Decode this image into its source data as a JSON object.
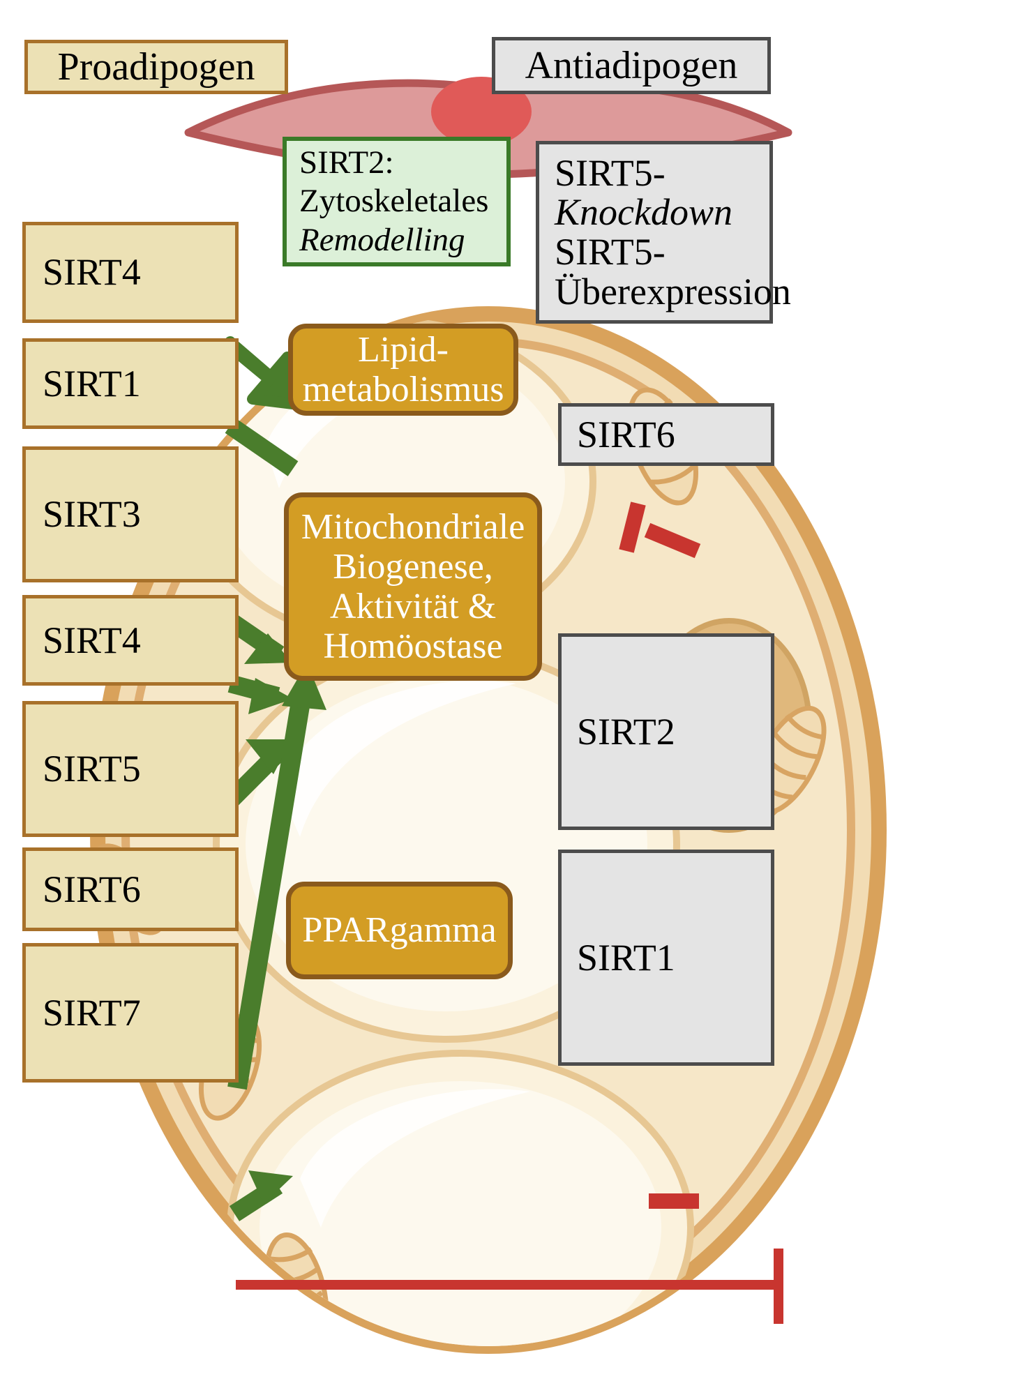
{
  "diagram": {
    "title_left": "Proadipogen",
    "title_right": "Antiadipogen",
    "colors": {
      "tan_fill": "#ece1b5",
      "tan_border": "#a8712a",
      "gray_fill": "#e4e4e4",
      "gray_border": "#4c4c4c",
      "green_fill": "#dcf0d8",
      "green_border": "#3a7a28",
      "orange_fill": "#d39d24",
      "orange_border": "#8a5a1c",
      "arrow_green": "#4a7d2c",
      "inhibit_red": "#c8352f",
      "cell_membrane": "#d9a25b",
      "cell_cytoplasm": "#f0d9ae",
      "lipid_droplet": "#faf0dc",
      "preadipocyte_fill": "#dd9a9a",
      "preadipocyte_border": "#b55757",
      "nucleus": "#e05a58"
    },
    "proadipogen_boxes": [
      {
        "label": "SIRT4"
      },
      {
        "label": "SIRT1"
      },
      {
        "label": "SIRT3"
      },
      {
        "label": "SIRT4"
      },
      {
        "label": "SIRT5"
      },
      {
        "label": "SIRT6"
      },
      {
        "label": "SIRT7"
      }
    ],
    "antiadipogen_boxes": [
      {
        "id": "sirt5-box",
        "lines": [
          "SIRT5-",
          "Knockdown",
          "SIRT5-",
          "Überexpression"
        ],
        "italic_lines": [
          1
        ]
      },
      {
        "id": "sirt6-box",
        "lines": [
          "SIRT6"
        ],
        "italic_lines": []
      },
      {
        "id": "sirt2-box",
        "lines": [
          "SIRT2"
        ],
        "italic_lines": []
      },
      {
        "id": "sirt1-box",
        "lines": [
          "SIRT1"
        ],
        "italic_lines": []
      }
    ],
    "sirt2_note": {
      "line1": "SIRT2:",
      "line2": "Zytoskeletales",
      "line3": "Remodelling"
    },
    "process_nodes": [
      {
        "id": "lipid",
        "lines": [
          "Lipid-",
          "metabolismus"
        ]
      },
      {
        "id": "mito",
        "lines": [
          "Mitochondriale",
          "Biogenese,",
          "Aktivität &",
          "Homöostase"
        ]
      },
      {
        "id": "ppar",
        "lines": [
          "PPARgamma"
        ]
      }
    ],
    "activating_arrows": [
      {
        "from": "SIRT4",
        "to": "Lipid-metabolismus"
      },
      {
        "from": "SIRT1",
        "to": "Lipid-metabolismus"
      },
      {
        "from": "SIRT3",
        "to": "Mitochondriale Biogenese, Aktivität & Homöostase"
      },
      {
        "from": "SIRT4",
        "to": "Mitochondriale Biogenese, Aktivität & Homöostase"
      },
      {
        "from": "SIRT5",
        "to": "Mitochondriale Biogenese, Aktivität & Homöostase"
      },
      {
        "from": "SIRT6",
        "to": "Mitochondriale Biogenese, Aktivität & Homöostase"
      },
      {
        "from": "SIRT7",
        "to": "PPARgamma"
      }
    ],
    "inhibiting_arrows": [
      {
        "from": "SIRT6",
        "to": "Lipid-metabolismus"
      },
      {
        "from": "SIRT2",
        "to": "Mitochondriale Biogenese, Aktivität & Homöostase"
      },
      {
        "from": "SIRT1",
        "to": "PPARgamma"
      },
      {
        "from": "SIRT1",
        "to": "SIRT7"
      }
    ]
  }
}
